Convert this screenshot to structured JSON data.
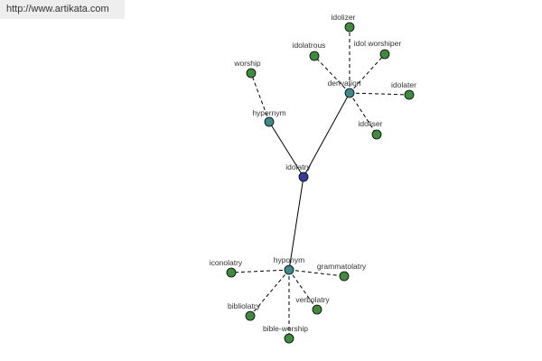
{
  "header": {
    "url": "http://www.artikata.com"
  },
  "colors": {
    "center": "#3a3a9a",
    "category": "#3e8a8a",
    "leaf": "#3f8a3f"
  },
  "graph": {
    "nodes": [
      {
        "id": "idolatry",
        "label": "idolatry",
        "kind": "center"
      },
      {
        "id": "hypernym",
        "label": "hypernym",
        "kind": "category"
      },
      {
        "id": "derivation",
        "label": "derivation",
        "kind": "category"
      },
      {
        "id": "hyponym",
        "label": "hyponym",
        "kind": "category"
      },
      {
        "id": "worship",
        "label": "worship",
        "kind": "leaf"
      },
      {
        "id": "idolizer",
        "label": "idolizer",
        "kind": "leaf"
      },
      {
        "id": "idolatrous",
        "label": "idolatrous",
        "kind": "leaf"
      },
      {
        "id": "idol-worshiper",
        "label": "idol worshiper",
        "kind": "leaf"
      },
      {
        "id": "idolater",
        "label": "idolater",
        "kind": "leaf"
      },
      {
        "id": "idoliser",
        "label": "idoliser",
        "kind": "leaf"
      },
      {
        "id": "iconolatry",
        "label": "iconolatry",
        "kind": "leaf"
      },
      {
        "id": "grammatolatry",
        "label": "grammatolatry",
        "kind": "leaf"
      },
      {
        "id": "bibliolatry",
        "label": "bibliolatry",
        "kind": "leaf"
      },
      {
        "id": "verbolatry",
        "label": "verbolatry",
        "kind": "leaf"
      },
      {
        "id": "bible-worship",
        "label": "bible-worship",
        "kind": "leaf"
      }
    ],
    "edges": [
      {
        "from": "idolatry",
        "to": "hypernym",
        "style": "solid"
      },
      {
        "from": "idolatry",
        "to": "derivation",
        "style": "solid"
      },
      {
        "from": "idolatry",
        "to": "hyponym",
        "style": "solid"
      },
      {
        "from": "hypernym",
        "to": "worship",
        "style": "dashed"
      },
      {
        "from": "derivation",
        "to": "idolizer",
        "style": "dashed"
      },
      {
        "from": "derivation",
        "to": "idolatrous",
        "style": "dashed"
      },
      {
        "from": "derivation",
        "to": "idol-worshiper",
        "style": "dashed"
      },
      {
        "from": "derivation",
        "to": "idolater",
        "style": "dashed"
      },
      {
        "from": "derivation",
        "to": "idoliser",
        "style": "dashed"
      },
      {
        "from": "hyponym",
        "to": "iconolatry",
        "style": "dashed"
      },
      {
        "from": "hyponym",
        "to": "grammatolatry",
        "style": "dashed"
      },
      {
        "from": "hyponym",
        "to": "bibliolatry",
        "style": "dashed"
      },
      {
        "from": "hyponym",
        "to": "verbolatry",
        "style": "dashed"
      },
      {
        "from": "hyponym",
        "to": "bible-worship",
        "style": "dashed"
      }
    ]
  }
}
